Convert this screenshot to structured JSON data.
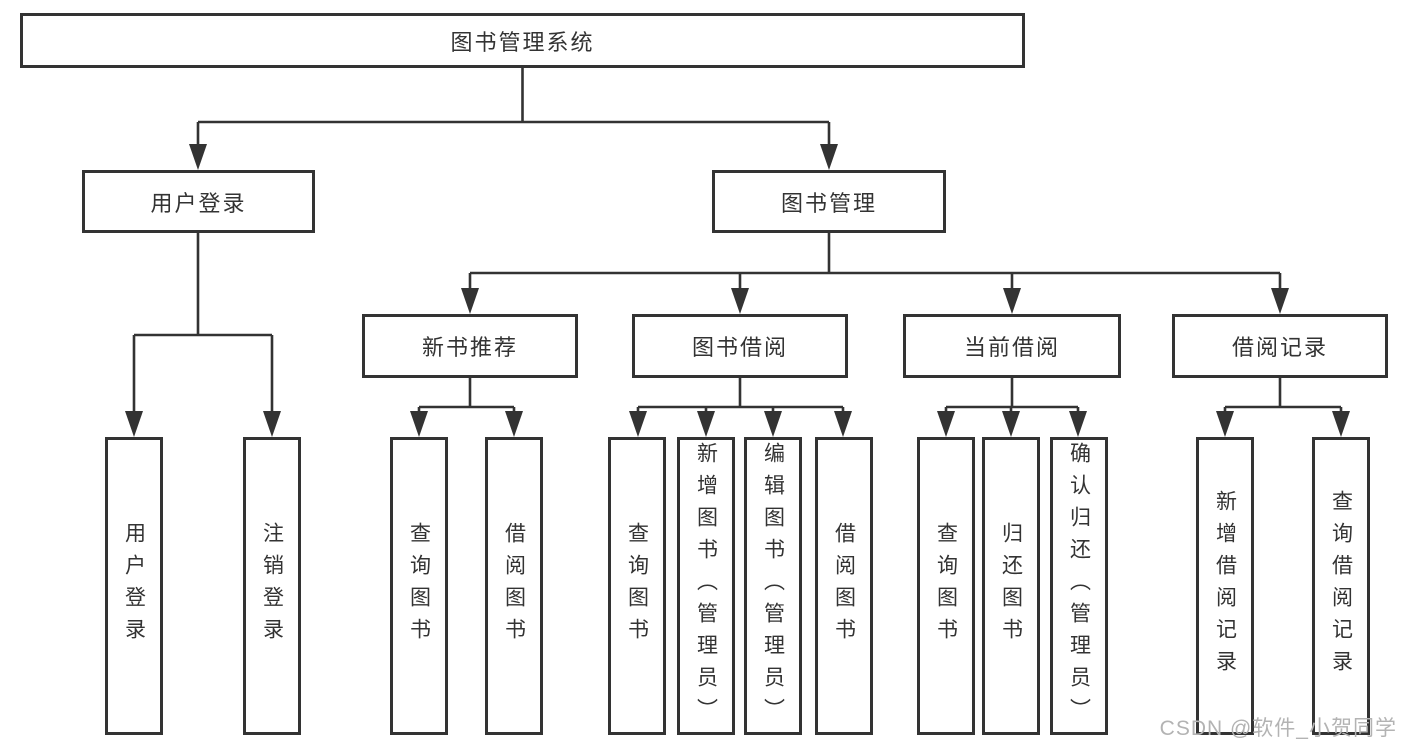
{
  "diagram": {
    "root": {
      "label": "图书管理系统"
    },
    "branches": [
      {
        "label": "用户登录",
        "children": [
          {
            "label": "用户登录"
          },
          {
            "label": "注销登录"
          }
        ]
      },
      {
        "label": "图书管理",
        "groups": [
          {
            "label": "新书推荐",
            "children": [
              {
                "label": "查询图书"
              },
              {
                "label": "借阅图书"
              }
            ]
          },
          {
            "label": "图书借阅",
            "children": [
              {
                "label": "查询图书"
              },
              {
                "label": "新增图书（管理员）"
              },
              {
                "label": "编辑图书（管理员）"
              },
              {
                "label": "借阅图书"
              }
            ]
          },
          {
            "label": "当前借阅",
            "children": [
              {
                "label": "查询图书"
              },
              {
                "label": "归还图书"
              },
              {
                "label": "确认归还（管理员）"
              }
            ]
          },
          {
            "label": "借阅记录",
            "children": [
              {
                "label": "新增借阅记录"
              },
              {
                "label": "查询借阅记录"
              }
            ]
          }
        ]
      }
    ]
  },
  "watermark": {
    "text": "CSDN @软件_小贺同学"
  },
  "colors": {
    "line": "#333333",
    "text": "#333333",
    "box_bg": "#ffffff",
    "background": "#ffffff",
    "watermark": "#b3b3b3"
  }
}
